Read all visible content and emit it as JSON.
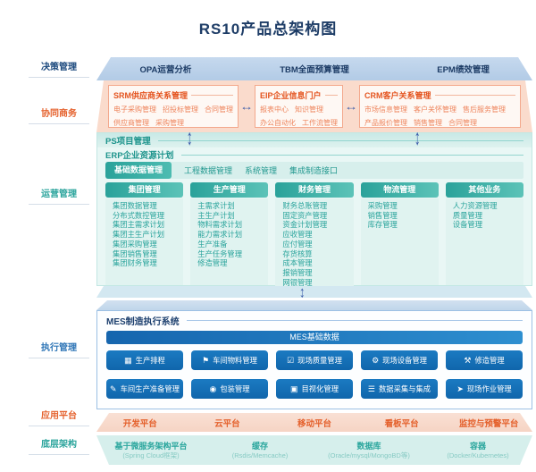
{
  "title": "RS10产品总架构图",
  "icons": {
    "h_arrow": "↔",
    "v_arrow": "↕"
  },
  "colors": {
    "navy": "#1d3c66",
    "orange": "#e5632f",
    "teal": "#2ba49c",
    "blue": "#1b7ac2",
    "decision_band_bg": "#b9cfe8",
    "collab_band_bg": "#fadbcc",
    "ops_band_bg": "#e9f7f5",
    "platform_band_bg": "#f8dcce",
    "infra_band_bg": "#d6efec"
  },
  "rail": {
    "items": [
      {
        "label": "决策管理"
      },
      {
        "label": "协同商务"
      },
      {
        "label": "运营管理"
      },
      {
        "label": "执行管理"
      },
      {
        "label": "应用平台"
      },
      {
        "label": "底层架构"
      }
    ]
  },
  "decision": {
    "items": [
      "OPA运营分析",
      "TBM全面预算管理",
      "EPM绩效管理"
    ]
  },
  "collab": {
    "srm": {
      "title": "SRM供应商关系管理",
      "row1": [
        "电子采购管理",
        "招投标管理",
        "合同管理"
      ],
      "row2": [
        "供应商管理",
        "采购管理"
      ]
    },
    "eip": {
      "title": "EIP企业信息门户",
      "row1": [
        "报表中心",
        "知识管理"
      ],
      "row2": [
        "办公自动化",
        "工作流管理"
      ]
    },
    "crm": {
      "title": "CRM客户关系管理",
      "row1": [
        "市场信息管理",
        "客户关怀管理",
        "售后服务管理"
      ],
      "row2": [
        "产品报价管理",
        "销售管理",
        "合同管理"
      ]
    }
  },
  "ps": {
    "title": "PS项目管理"
  },
  "erp": {
    "title": "ERP企业资源计划",
    "tabs": [
      "基础数据管理",
      "工程数据管理",
      "系统管理",
      "集成制造接口"
    ],
    "columns": [
      {
        "header": "集团管理",
        "items": [
          "集团数据管理",
          "分布式数控管理",
          "集团主需求计划",
          "集团主生产计划",
          "集团采购管理",
          "集团销售管理",
          "集团财务管理"
        ]
      },
      {
        "header": "生产管理",
        "items": [
          "主需求计划",
          "主生产计划",
          "物料需求计划",
          "能力需求计划",
          "生产准备",
          "生产任务管理",
          "修造管理"
        ]
      },
      {
        "header": "财务管理",
        "items": [
          "财务总账管理",
          "固定资产管理",
          "资金计划管理",
          "应收管理",
          "应付管理",
          "存货核算",
          "成本管理",
          "报销管理",
          "网银管理"
        ]
      },
      {
        "header": "物流管理",
        "items": [
          "采购管理",
          "销售管理",
          "库存管理"
        ]
      },
      {
        "header": "其他业务",
        "items": [
          "人力资源管理",
          "质量管理",
          "设备管理"
        ]
      }
    ]
  },
  "mes": {
    "title": "MES制造执行系统",
    "base_bar": "MES基础数据",
    "row1": [
      {
        "icon": "▦",
        "label": "生产排程"
      },
      {
        "icon": "⚑",
        "label": "车间物料管理"
      },
      {
        "icon": "☑",
        "label": "现场质量管理"
      },
      {
        "icon": "⚙",
        "label": "现场设备管理"
      },
      {
        "icon": "⚒",
        "label": "修造管理"
      }
    ],
    "row2": [
      {
        "icon": "✎",
        "label": "车间生产准备管理"
      },
      {
        "icon": "◉",
        "label": "包装管理"
      },
      {
        "icon": "▣",
        "label": "目视化管理"
      },
      {
        "icon": "☰",
        "label": "数据采集与集成"
      },
      {
        "icon": "➤",
        "label": "现场作业管理"
      }
    ]
  },
  "platform": {
    "items": [
      "开发平台",
      "云平台",
      "移动平台",
      "看板平台",
      "监控与预警平台"
    ]
  },
  "infra": {
    "items": [
      {
        "label": "基于微服务架构平台",
        "sub": "(Spring Cloud框架)"
      },
      {
        "label": "缓存",
        "sub": "(Rsdis/Memcache)"
      },
      {
        "label": "数据库",
        "sub": "(Oracle/mysql/MongoBD等)"
      },
      {
        "label": "容器",
        "sub": "(Docker/Kubernetes)"
      }
    ]
  }
}
